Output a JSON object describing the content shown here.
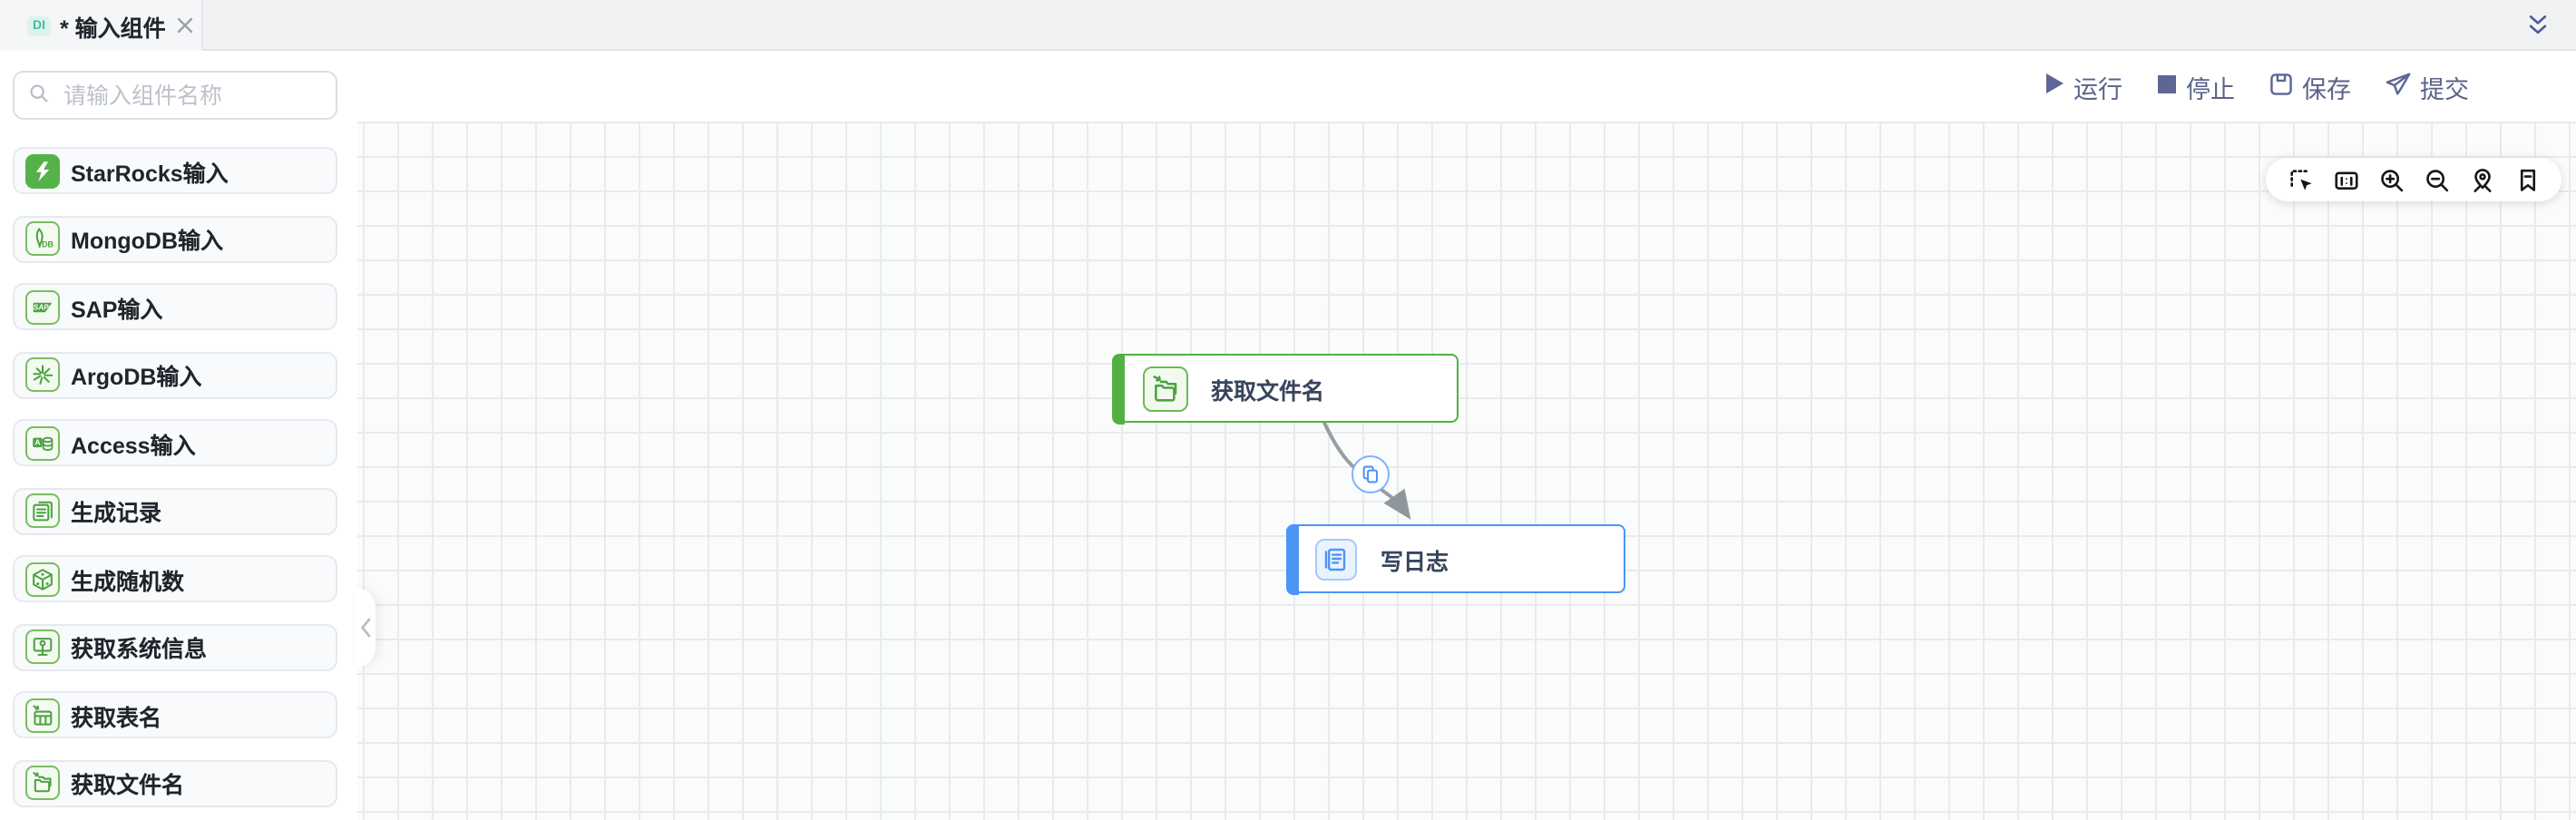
{
  "tabbar": {
    "tab": {
      "badge": "DI",
      "title": "* 输入组件"
    }
  },
  "header": {
    "search": {
      "placeholder": "请输入组件名称",
      "value": ""
    },
    "actions": [
      {
        "id": "run",
        "label": "运行"
      },
      {
        "id": "stop",
        "label": "停止"
      },
      {
        "id": "save",
        "label": "保存"
      },
      {
        "id": "submit",
        "label": "提交"
      }
    ]
  },
  "sidebar": {
    "items": [
      {
        "icon": "starrocks-icon",
        "label": "StarRocks输入"
      },
      {
        "icon": "mongodb-icon",
        "label": "MongoDB输入"
      },
      {
        "icon": "sap-icon",
        "label": "SAP输入"
      },
      {
        "icon": "argodb-icon",
        "label": "ArgoDB输入"
      },
      {
        "icon": "access-icon",
        "label": "Access输入"
      },
      {
        "icon": "generate-record-icon",
        "label": "生成记录"
      },
      {
        "icon": "generate-random-icon",
        "label": "生成随机数"
      },
      {
        "icon": "system-info-icon",
        "label": "获取系统信息"
      },
      {
        "icon": "table-name-icon",
        "label": "获取表名"
      },
      {
        "icon": "file-name-icon",
        "label": "获取文件名"
      }
    ],
    "icon_letters": {
      "mongodb": "DB",
      "sap": "SAP",
      "access": "A"
    }
  },
  "canvas": {
    "toolbar_icons": [
      "marquee-select-icon",
      "fit-view-icon",
      "zoom-in-icon",
      "zoom-out-icon",
      "locate-icon",
      "bookmark-icon"
    ],
    "nodes": [
      {
        "type": "get-file-name",
        "label": "获取文件名",
        "color": "#52b043"
      },
      {
        "type": "write-log",
        "label": "写日志",
        "color": "#4d95f5"
      }
    ],
    "edge": {
      "from": "获取文件名",
      "to": "写日志",
      "badge_icon": "copy-icon",
      "color": "#979da5"
    }
  },
  "icons": {
    "tab_close": "close-icon",
    "panel_collapse_top_right": "double-chevron-down-icon",
    "search": "search-icon",
    "sidebar_collapse": "chevron-left-icon"
  },
  "colors": {
    "tab_accent_blue": "#2e6be0",
    "badge_bg": "#def3ec",
    "badge_text": "#3dbf9e",
    "node_green": "#52b043",
    "node_blue": "#4d95f5",
    "action_indigo": "#59628a",
    "grid_line": "#e8eaee",
    "sidebar_icon_green": "#4ea144"
  }
}
